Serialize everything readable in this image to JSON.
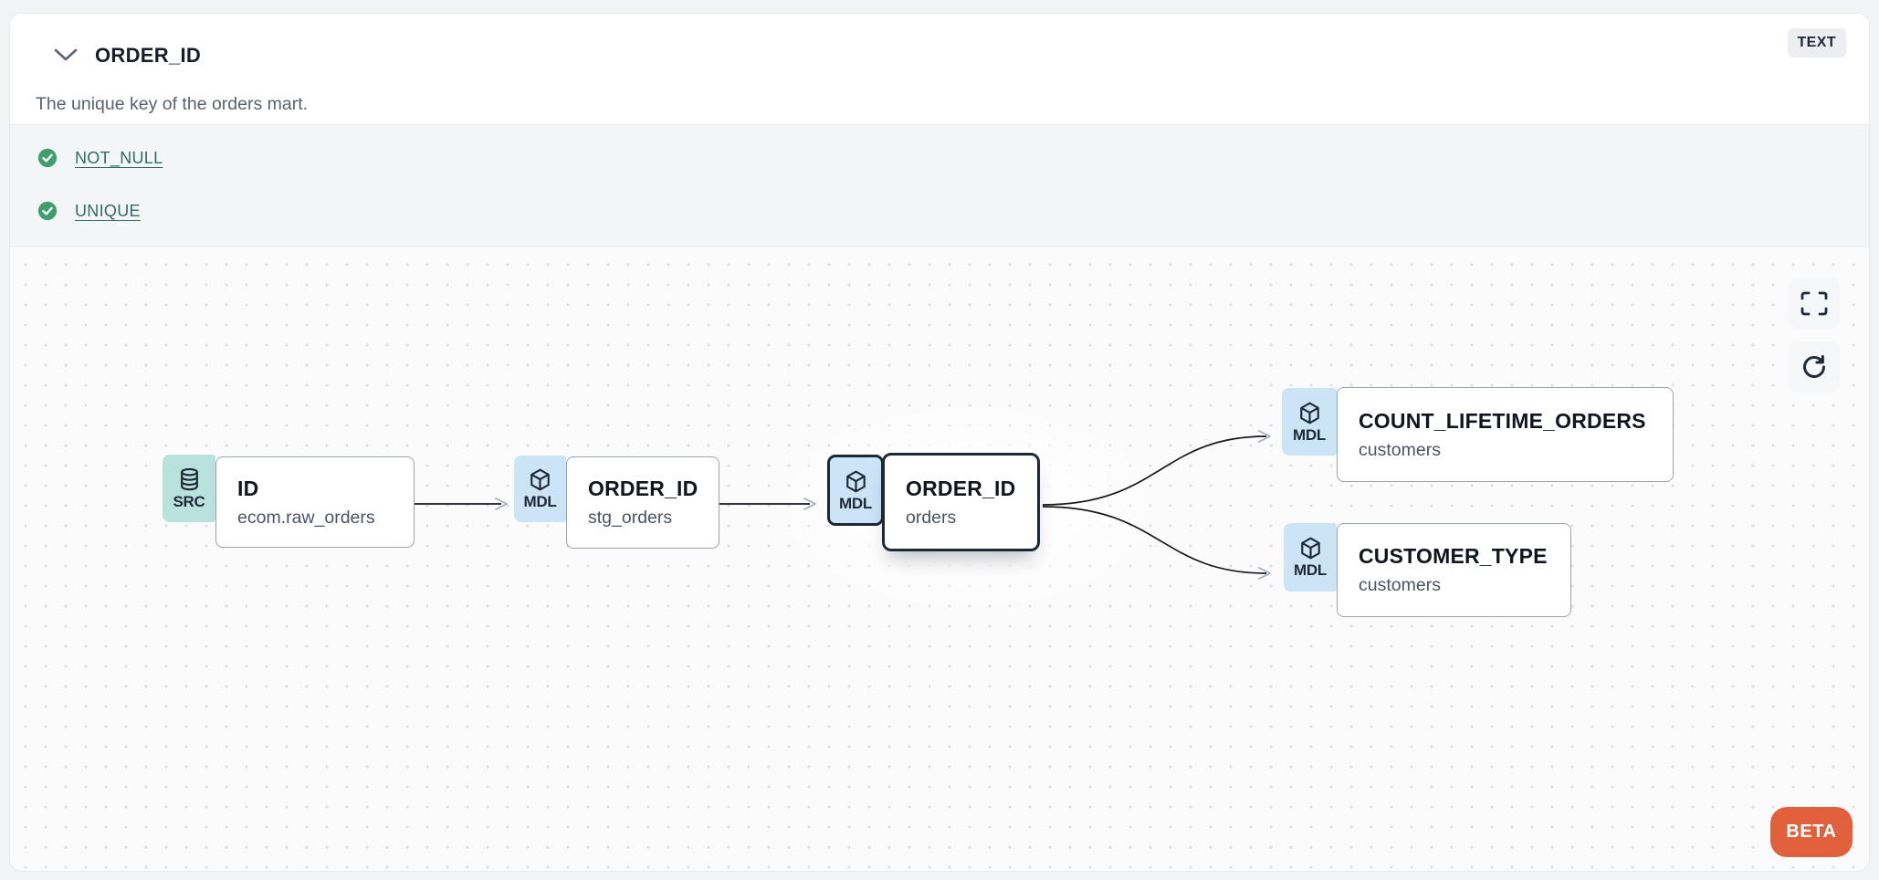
{
  "header": {
    "title": "ORDER_ID",
    "type_badge": "TEXT",
    "description": "The unique key of the orders mart."
  },
  "tests": [
    {
      "label": "NOT_NULL",
      "status": "pass"
    },
    {
      "label": "UNIQUE",
      "status": "pass"
    }
  ],
  "lineage": {
    "nodes": [
      {
        "id": "src-raw-orders",
        "kind": "SRC",
        "icon": "database-icon",
        "title": "ID",
        "subtitle": "ecom.raw_orders",
        "selected": false
      },
      {
        "id": "stg-orders",
        "kind": "MDL",
        "icon": "cube-icon",
        "title": "ORDER_ID",
        "subtitle": "stg_orders",
        "selected": false
      },
      {
        "id": "orders",
        "kind": "MDL",
        "icon": "cube-icon",
        "title": "ORDER_ID",
        "subtitle": "orders",
        "selected": true
      },
      {
        "id": "count-lifetime-orders",
        "kind": "MDL",
        "icon": "cube-icon",
        "title": "COUNT_LIFETIME_ORDERS",
        "subtitle": "customers",
        "selected": false
      },
      {
        "id": "customer-type",
        "kind": "MDL",
        "icon": "cube-icon",
        "title": "CUSTOMER_TYPE",
        "subtitle": "customers",
        "selected": false
      }
    ],
    "edges": [
      {
        "from": "src-raw-orders",
        "to": "stg-orders"
      },
      {
        "from": "stg-orders",
        "to": "orders"
      },
      {
        "from": "orders",
        "to": "count-lifetime-orders"
      },
      {
        "from": "orders",
        "to": "customer-type"
      }
    ],
    "controls": [
      {
        "icon": "fullscreen-icon"
      },
      {
        "icon": "refresh-icon"
      }
    ],
    "beta_label": "BETA"
  },
  "colors": {
    "src_badge": "#b9e2dc",
    "mdl_badge": "#cbe5f7",
    "selected_border": "#1d2838",
    "test_pass_green": "#3f9e6e",
    "link_teal": "#2e6d63",
    "beta_orange": "#e0613c",
    "canvas_bg": "#fbfbfb"
  }
}
